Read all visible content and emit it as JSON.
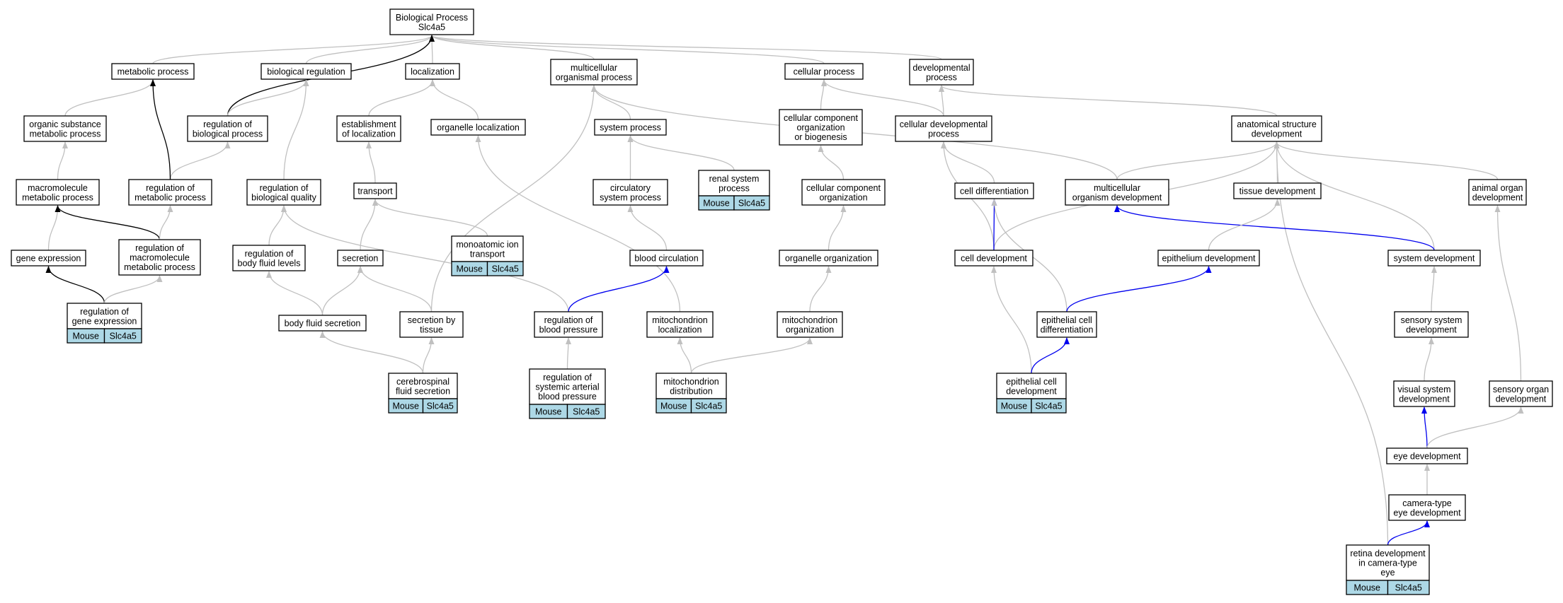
{
  "colors": {
    "gray_edge": "#c0c0c0",
    "black_edge": "#000000",
    "blue_edge": "#0000ee",
    "annotation_fill": "#add8e6"
  },
  "nodes": {
    "bp": {
      "lines": [
        "Biological Process",
        "Slc4a5"
      ]
    },
    "metabolic": {
      "lines": [
        "metabolic process"
      ]
    },
    "bioreg": {
      "lines": [
        "biological regulation"
      ]
    },
    "localization": {
      "lines": [
        "localization"
      ]
    },
    "multicell": {
      "lines": [
        "multicellular",
        "organismal process"
      ]
    },
    "cellular": {
      "lines": [
        "cellular process"
      ]
    },
    "develop": {
      "lines": [
        "developmental",
        "process"
      ]
    },
    "organic": {
      "lines": [
        "organic substance",
        "metabolic process"
      ]
    },
    "regbio": {
      "lines": [
        "regulation of",
        "biological process"
      ]
    },
    "estloc": {
      "lines": [
        "establishment",
        "of localization"
      ]
    },
    "organelleloc": {
      "lines": [
        "organelle localization"
      ]
    },
    "sysproc": {
      "lines": [
        "system process"
      ]
    },
    "ccob": {
      "lines": [
        "cellular component",
        "organization",
        "or biogenesis"
      ]
    },
    "celldevproc": {
      "lines": [
        "cellular developmental",
        "process"
      ]
    },
    "anat": {
      "lines": [
        "anatomical structure",
        "development"
      ]
    },
    "macro": {
      "lines": [
        "macromolecule",
        "metabolic process"
      ]
    },
    "regmetab": {
      "lines": [
        "regulation of",
        "metabolic process"
      ]
    },
    "regqual": {
      "lines": [
        "regulation of",
        "biological quality"
      ]
    },
    "transport": {
      "lines": [
        "transport"
      ]
    },
    "circ": {
      "lines": [
        "circulatory",
        "system process"
      ]
    },
    "renal": {
      "lines": [
        "renal system",
        "process"
      ],
      "annotation": [
        "Mouse",
        "Slc4a5"
      ]
    },
    "cco": {
      "lines": [
        "cellular component",
        "organization"
      ]
    },
    "celldiff": {
      "lines": [
        "cell differentiation"
      ]
    },
    "mod": {
      "lines": [
        "multicellular",
        "organism development"
      ]
    },
    "tissue": {
      "lines": [
        "tissue development"
      ]
    },
    "animalorgan": {
      "lines": [
        "animal organ",
        "development"
      ]
    },
    "geneexp": {
      "lines": [
        "gene expression"
      ]
    },
    "regmacro": {
      "lines": [
        "regulation of",
        "macromolecule",
        "metabolic process"
      ]
    },
    "regfluid": {
      "lines": [
        "regulation of",
        "body fluid levels"
      ]
    },
    "secretion": {
      "lines": [
        "secretion"
      ]
    },
    "monoion": {
      "lines": [
        "monoatomic ion",
        "transport"
      ],
      "annotation": [
        "Mouse",
        "Slc4a5"
      ]
    },
    "bloodcirc": {
      "lines": [
        "blood circulation"
      ]
    },
    "orgorg": {
      "lines": [
        "organelle organization"
      ]
    },
    "celldev": {
      "lines": [
        "cell development"
      ]
    },
    "epidev": {
      "lines": [
        "epithelium development"
      ]
    },
    "sysdev": {
      "lines": [
        "system development"
      ]
    },
    "reggene": {
      "lines": [
        "regulation of",
        "gene expression"
      ],
      "annotation": [
        "Mouse",
        "Slc4a5"
      ]
    },
    "bfsec": {
      "lines": [
        "body fluid secretion"
      ]
    },
    "sectissue": {
      "lines": [
        "secretion by",
        "tissue"
      ]
    },
    "regbp": {
      "lines": [
        "regulation of",
        "blood pressure"
      ]
    },
    "mitoloc": {
      "lines": [
        "mitochondrion",
        "localization"
      ]
    },
    "mitoorg": {
      "lines": [
        "mitochondrion",
        "organization"
      ]
    },
    "epicelldiff": {
      "lines": [
        "epithelial cell",
        "differentiation"
      ]
    },
    "sensys": {
      "lines": [
        "sensory system",
        "development"
      ]
    },
    "csf": {
      "lines": [
        "cerebrospinal",
        "fluid secretion"
      ],
      "annotation": [
        "Mouse",
        "Slc4a5"
      ]
    },
    "regsys": {
      "lines": [
        "regulation of",
        "systemic arterial",
        "blood pressure"
      ],
      "annotation": [
        "Mouse",
        "Slc4a5"
      ]
    },
    "mitodist": {
      "lines": [
        "mitochondrion",
        "distribution"
      ],
      "annotation": [
        "Mouse",
        "Slc4a5"
      ]
    },
    "epicelldev": {
      "lines": [
        "epithelial cell",
        "development"
      ],
      "annotation": [
        "Mouse",
        "Slc4a5"
      ]
    },
    "visual": {
      "lines": [
        "visual system",
        "development"
      ]
    },
    "sensorgan": {
      "lines": [
        "sensory organ",
        "development"
      ]
    },
    "eye": {
      "lines": [
        "eye development"
      ]
    },
    "camera": {
      "lines": [
        "camera-type",
        "eye development"
      ]
    },
    "retina": {
      "lines": [
        "retina development",
        "in camera-type",
        "eye"
      ],
      "annotation": [
        "Mouse",
        "Slc4a5"
      ]
    }
  },
  "edges": [
    {
      "from": "metabolic",
      "to": "bp",
      "color": "gray"
    },
    {
      "from": "bioreg",
      "to": "bp",
      "color": "gray"
    },
    {
      "from": "localization",
      "to": "bp",
      "color": "gray"
    },
    {
      "from": "multicell",
      "to": "bp",
      "color": "gray"
    },
    {
      "from": "cellular",
      "to": "bp",
      "color": "gray"
    },
    {
      "from": "develop",
      "to": "bp",
      "color": "gray"
    },
    {
      "from": "regbio",
      "to": "bp",
      "color": "black"
    },
    {
      "from": "organic",
      "to": "metabolic",
      "color": "gray"
    },
    {
      "from": "regbio",
      "to": "bioreg",
      "color": "gray"
    },
    {
      "from": "regqual",
      "to": "bioreg",
      "color": "gray"
    },
    {
      "from": "estloc",
      "to": "localization",
      "color": "gray"
    },
    {
      "from": "organelleloc",
      "to": "localization",
      "color": "gray"
    },
    {
      "from": "sysproc",
      "to": "multicell",
      "color": "gray"
    },
    {
      "from": "sectissue",
      "to": "multicell",
      "color": "gray"
    },
    {
      "from": "mod",
      "to": "multicell",
      "color": "gray"
    },
    {
      "from": "ccob",
      "to": "cellular",
      "color": "gray"
    },
    {
      "from": "celldevproc",
      "to": "cellular",
      "color": "gray"
    },
    {
      "from": "celldevproc",
      "to": "develop",
      "color": "gray"
    },
    {
      "from": "anat",
      "to": "develop",
      "color": "gray"
    },
    {
      "from": "macro",
      "to": "organic",
      "color": "gray"
    },
    {
      "from": "regmetab",
      "to": "regbio",
      "color": "gray"
    },
    {
      "from": "regmetab",
      "to": "metabolic",
      "color": "black"
    },
    {
      "from": "transport",
      "to": "estloc",
      "color": "gray"
    },
    {
      "from": "mitoloc",
      "to": "organelleloc",
      "color": "gray"
    },
    {
      "from": "circ",
      "to": "sysproc",
      "color": "gray"
    },
    {
      "from": "renal",
      "to": "sysproc",
      "color": "gray"
    },
    {
      "from": "cco",
      "to": "ccob",
      "color": "gray"
    },
    {
      "from": "celldiff",
      "to": "celldevproc",
      "color": "gray"
    },
    {
      "from": "celldev",
      "to": "celldevproc",
      "color": "gray"
    },
    {
      "from": "mod",
      "to": "anat",
      "color": "gray"
    },
    {
      "from": "tissue",
      "to": "anat",
      "color": "gray"
    },
    {
      "from": "animalorgan",
      "to": "anat",
      "color": "gray"
    },
    {
      "from": "celldev",
      "to": "anat",
      "color": "gray"
    },
    {
      "from": "sysdev",
      "to": "anat",
      "color": "gray"
    },
    {
      "from": "retina",
      "to": "anat",
      "color": "gray"
    },
    {
      "from": "geneexp",
      "to": "macro",
      "color": "gray"
    },
    {
      "from": "regmacro",
      "to": "macro",
      "color": "black"
    },
    {
      "from": "regmacro",
      "to": "regmetab",
      "color": "gray"
    },
    {
      "from": "regfluid",
      "to": "regqual",
      "color": "gray"
    },
    {
      "from": "regbp",
      "to": "regqual",
      "color": "gray"
    },
    {
      "from": "secretion",
      "to": "transport",
      "color": "gray"
    },
    {
      "from": "monoion",
      "to": "transport",
      "color": "gray"
    },
    {
      "from": "bloodcirc",
      "to": "circ",
      "color": "gray"
    },
    {
      "from": "orgorg",
      "to": "cco",
      "color": "gray"
    },
    {
      "from": "celldev",
      "to": "celldiff",
      "color": "blue"
    },
    {
      "from": "epicelldiff",
      "to": "celldiff",
      "color": "gray"
    },
    {
      "from": "sysdev",
      "to": "mod",
      "color": "blue"
    },
    {
      "from": "epidev",
      "to": "tissue",
      "color": "gray"
    },
    {
      "from": "sensorgan",
      "to": "animalorgan",
      "color": "gray"
    },
    {
      "from": "reggene",
      "to": "geneexp",
      "color": "black"
    },
    {
      "from": "reggene",
      "to": "regmacro",
      "color": "gray"
    },
    {
      "from": "bfsec",
      "to": "regfluid",
      "color": "gray"
    },
    {
      "from": "bfsec",
      "to": "secretion",
      "color": "gray"
    },
    {
      "from": "sectissue",
      "to": "secretion",
      "color": "gray"
    },
    {
      "from": "regbp",
      "to": "bloodcirc",
      "color": "blue"
    },
    {
      "from": "mitoorg",
      "to": "orgorg",
      "color": "gray"
    },
    {
      "from": "epicelldev",
      "to": "celldev",
      "color": "gray"
    },
    {
      "from": "epicelldiff",
      "to": "epidev",
      "color": "blue"
    },
    {
      "from": "sensys",
      "to": "sysdev",
      "color": "gray"
    },
    {
      "from": "csf",
      "to": "bfsec",
      "color": "gray"
    },
    {
      "from": "csf",
      "to": "sectissue",
      "color": "gray"
    },
    {
      "from": "regsys",
      "to": "regbp",
      "color": "gray"
    },
    {
      "from": "mitodist",
      "to": "mitoloc",
      "color": "gray"
    },
    {
      "from": "mitodist",
      "to": "mitoorg",
      "color": "gray"
    },
    {
      "from": "epicelldev",
      "to": "epicelldiff",
      "color": "blue"
    },
    {
      "from": "visual",
      "to": "sensys",
      "color": "gray"
    },
    {
      "from": "eye",
      "to": "visual",
      "color": "blue"
    },
    {
      "from": "eye",
      "to": "sensorgan",
      "color": "gray"
    },
    {
      "from": "camera",
      "to": "eye",
      "color": "gray"
    },
    {
      "from": "retina",
      "to": "camera",
      "color": "blue"
    }
  ]
}
